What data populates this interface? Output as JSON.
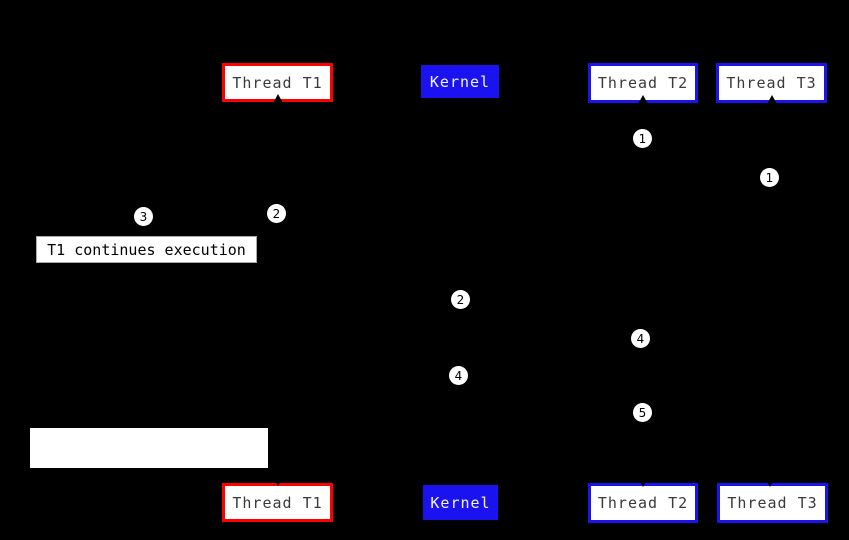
{
  "diagram": {
    "background": "#000000",
    "colors": {
      "red_border": "#ff0000",
      "blue": "#1a13f0",
      "box_fill": "#ffffff",
      "box_text": "#3a3a3a",
      "kernel_text": "#f5f5f5",
      "marker_fill": "#ffffff",
      "marker_text": "#000000"
    },
    "top_row": [
      {
        "label": "Thread T1",
        "variant": "red-border"
      },
      {
        "label": "Kernel",
        "variant": "blue-fill"
      },
      {
        "label": "Thread T2",
        "variant": "blue-border"
      },
      {
        "label": "Thread T3",
        "variant": "blue-border"
      }
    ],
    "bottom_row": [
      {
        "label": "Thread T1",
        "variant": "red-border"
      },
      {
        "label": "Kernel",
        "variant": "blue-fill"
      },
      {
        "label": "Thread T2",
        "variant": "blue-border"
      },
      {
        "label": "Thread T3",
        "variant": "blue-border"
      }
    ],
    "note": "T1 continues execution",
    "markers": [
      {
        "label": "1"
      },
      {
        "label": "1"
      },
      {
        "label": "3"
      },
      {
        "label": "2"
      },
      {
        "label": "2"
      },
      {
        "label": "4"
      },
      {
        "label": "4"
      },
      {
        "label": "5"
      }
    ]
  }
}
